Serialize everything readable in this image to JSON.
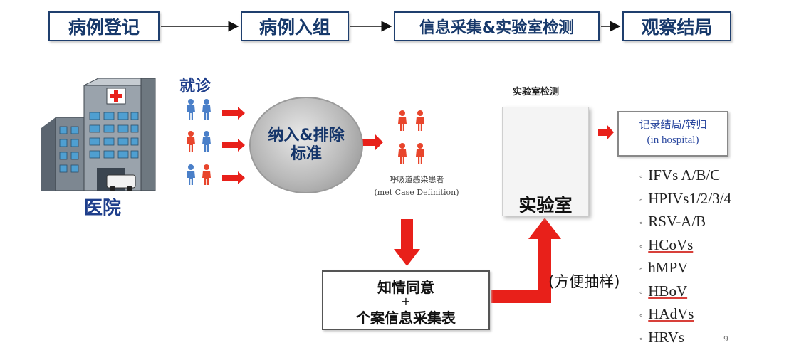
{
  "steps": [
    "病例登记",
    "病例入组",
    "信息采集&实验室检测",
    "观察结局"
  ],
  "visit_label": "就诊",
  "hospital_label": "医院",
  "criteria": {
    "line1": "纳入&排除",
    "line2": "标准"
  },
  "case_definition": {
    "cn": "呼吸道感染患者",
    "en": "(met Case Definition)"
  },
  "lab": {
    "title": "实验室检测",
    "label": "实验室"
  },
  "outcome": {
    "cn": "记录结局/转归",
    "en": "(in hospital)"
  },
  "consent": {
    "line1": "知情同意",
    "plus": "+",
    "line2": "个案信息采集表"
  },
  "convenience_sampling": "(方便抽样)",
  "pathogens": [
    "IFVs A/B/C",
    "HPIVs1/2/3/4",
    "RSV-A/B",
    "HCoVs",
    "hMPV",
    "HBoV",
    "HAdVs",
    "HRVs"
  ],
  "page_number": "9",
  "colors": {
    "navy": "#1f3f8c",
    "red": "#e8201a",
    "blue_person": "#4a7fc8",
    "red_person": "#e8452c"
  }
}
